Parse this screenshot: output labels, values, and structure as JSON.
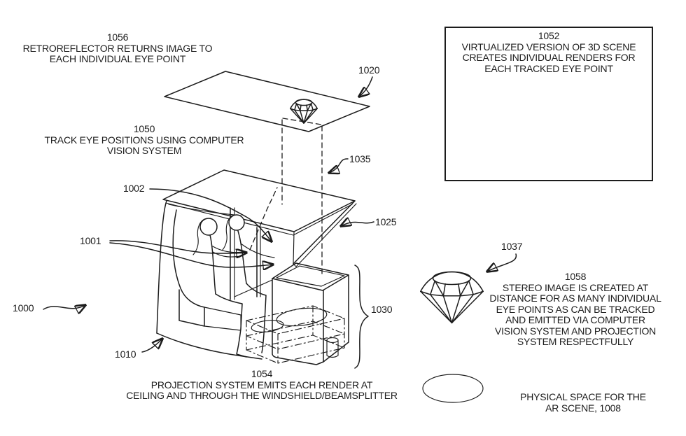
{
  "figure_type": "patent-diagram",
  "colors": {
    "ink": "#1c1c1c",
    "background": "#ffffff"
  },
  "icons": {
    "camera": "video-camera-icon",
    "diamond": "diamond-gem-icon",
    "shadow": "ellipse-shadow"
  },
  "blocks": {
    "b1056": {
      "num": "1056",
      "l1": "RETROREFLECTOR RETURNS IMAGE TO",
      "l2": "EACH INDIVIDUAL EYE POINT"
    },
    "b1050": {
      "num": "1050",
      "l1": "TRACK EYE POSITIONS USING COMPUTER",
      "l2": "VISION SYSTEM"
    },
    "b1052": {
      "num": "1052",
      "l1": "VIRTUALIZED VERSION OF 3D SCENE",
      "l2": "CREATES INDIVIDUAL RENDERS FOR",
      "l3": "EACH TRACKED EYE POINT"
    },
    "b1054": {
      "num": "1054",
      "l1": "PROJECTION SYSTEM EMITS EACH RENDER AT",
      "l2": "CEILING AND THROUGH THE WINDSHIELD/BEAMSPLITTER"
    },
    "b1058": {
      "num": "1058",
      "l1": "STEREO IMAGE IS CREATED AT",
      "l2": "DISTANCE FOR AS MANY INDIVIDUAL",
      "l3": "EYE POINTS AS CAN BE TRACKED",
      "l4": "AND EMITTED VIA COMPUTER",
      "l5": "VISION SYSTEM AND PROJECTION",
      "l6": "SYSTEM RESPECTFULLY"
    },
    "b1008": {
      "l1": "PHYSICAL SPACE FOR THE",
      "l2": "AR SCENE, 1008"
    }
  },
  "refs": {
    "r1000": "1000",
    "r1001": "1001",
    "r1002": "1002",
    "r1010": "1010",
    "r1020": "1020",
    "r1025": "1025",
    "r1030": "1030",
    "r1035": "1035",
    "r1037": "1037"
  }
}
